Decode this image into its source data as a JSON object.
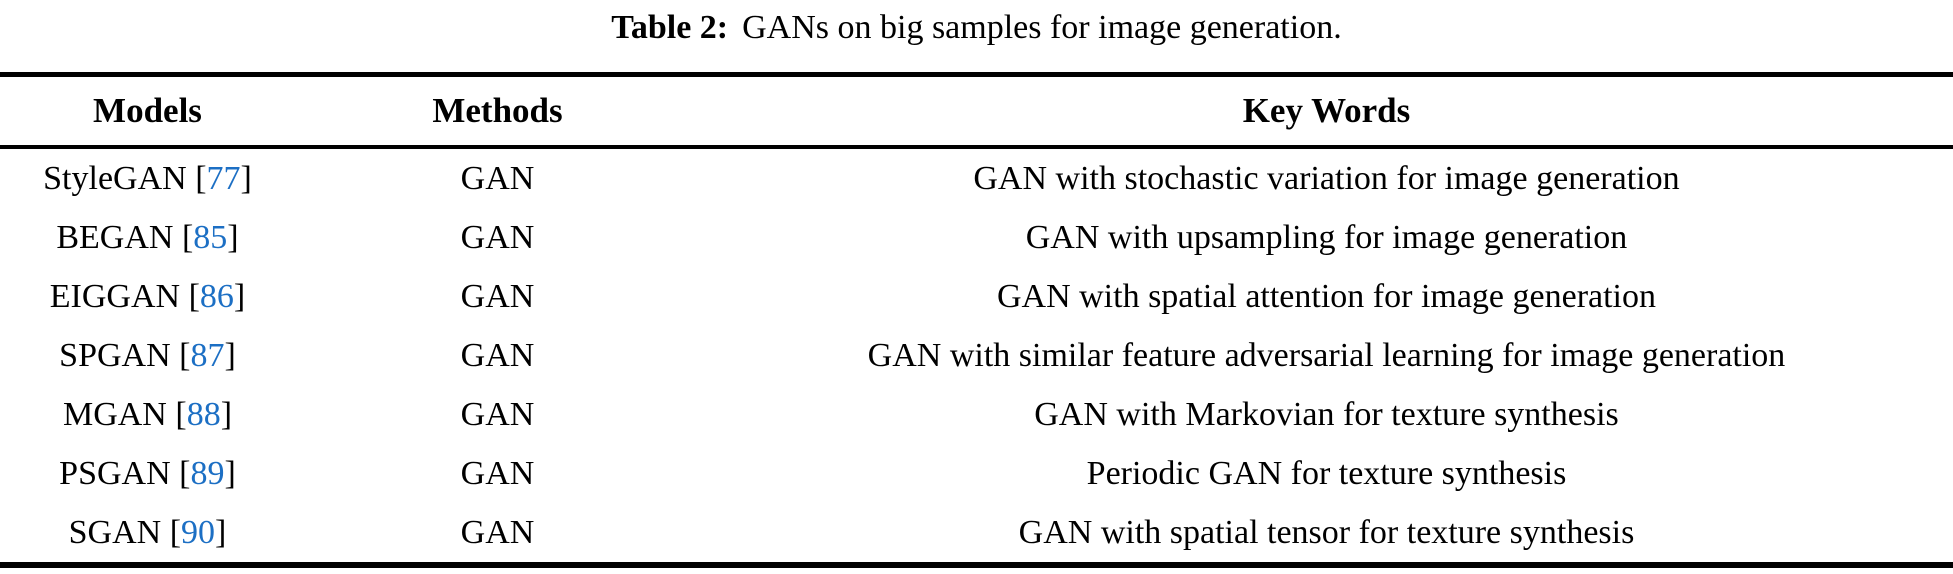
{
  "caption": {
    "label": "Table 2:",
    "text": "GANs on big samples for image generation."
  },
  "table": {
    "columns": [
      "Models",
      "Methods",
      "Key Words"
    ],
    "citation_brackets": {
      "open": "[",
      "close": "]"
    },
    "rows": [
      {
        "model": "StyleGAN",
        "ref": "77",
        "method": "GAN",
        "keywords": "GAN with stochastic variation for image generation"
      },
      {
        "model": "BEGAN",
        "ref": "85",
        "method": "GAN",
        "keywords": "GAN with upsampling for image generation"
      },
      {
        "model": "EIGGAN",
        "ref": "86",
        "method": "GAN",
        "keywords": "GAN with spatial attention for image generation"
      },
      {
        "model": "SPGAN",
        "ref": "87",
        "method": "GAN",
        "keywords": "GAN with similar feature adversarial learning for image generation"
      },
      {
        "model": "MGAN",
        "ref": "88",
        "method": "GAN",
        "keywords": "GAN with Markovian for texture synthesis"
      },
      {
        "model": "PSGAN",
        "ref": "89",
        "method": "GAN",
        "keywords": "Periodic GAN for texture synthesis"
      },
      {
        "model": "SGAN",
        "ref": "90",
        "method": "GAN",
        "keywords": "GAN with spatial tensor for texture synthesis"
      }
    ]
  },
  "colors": {
    "citation_blue": "#1C6FC4",
    "text_black": "#000000",
    "rule_black": "#000000"
  }
}
